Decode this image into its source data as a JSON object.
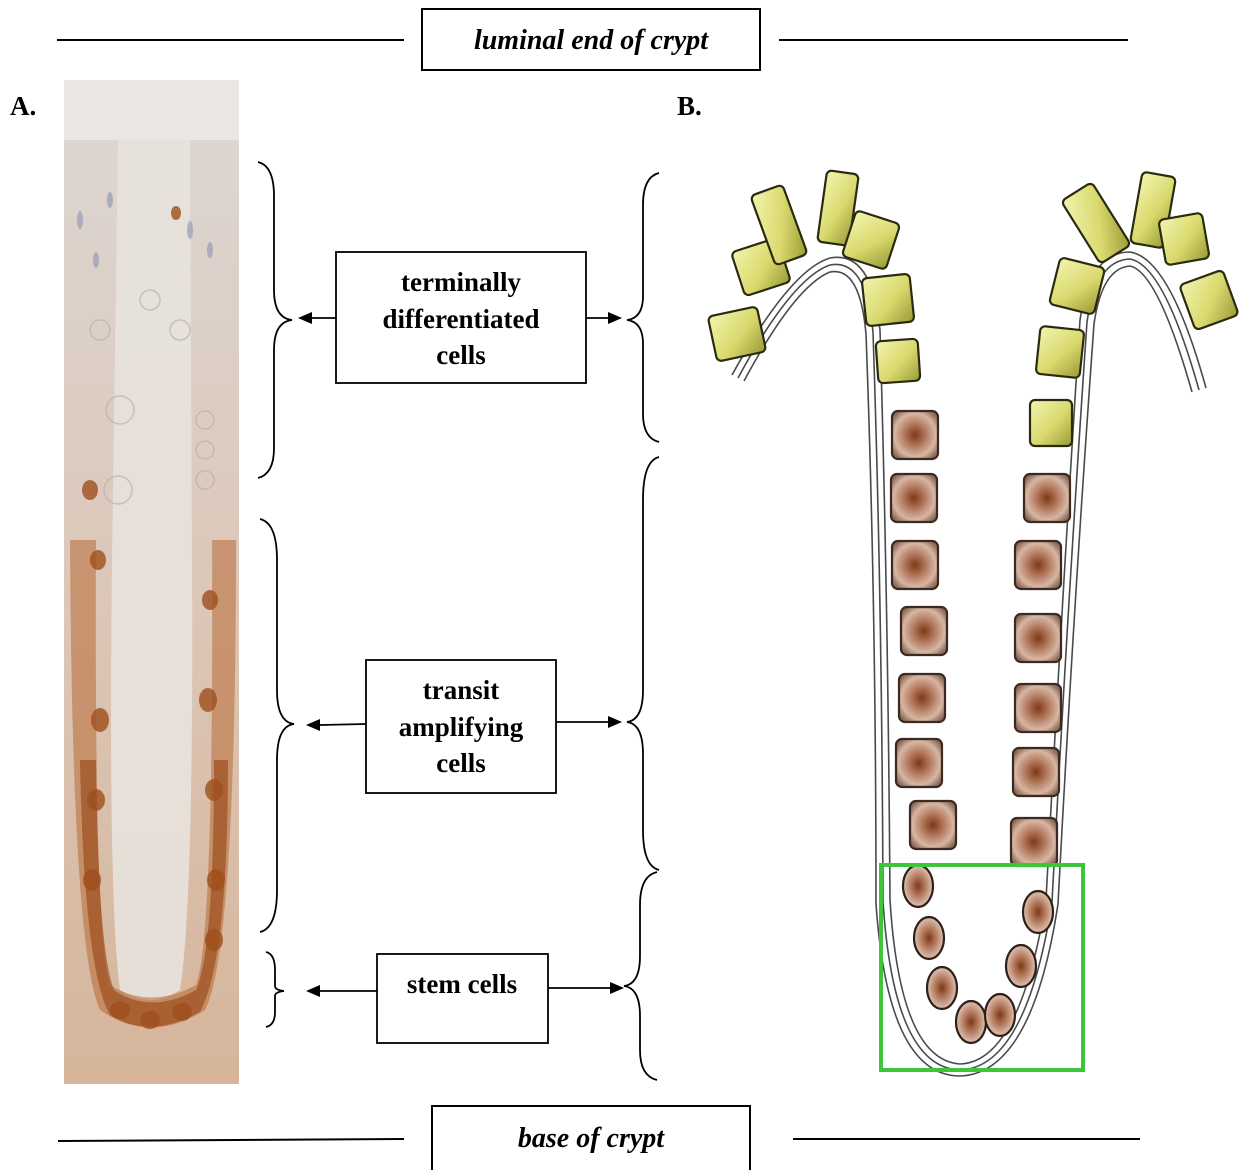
{
  "labels": {
    "top": "luminal end of crypt",
    "bottom": "base of crypt",
    "panel_a": "A.",
    "panel_b": "B.",
    "terminal": [
      "terminally",
      "differentiated",
      "cells"
    ],
    "transit": [
      "transit",
      "amplifying",
      "cells"
    ],
    "stem": "stem cells"
  },
  "colors": {
    "yellow_cell": "#dede7c",
    "brown_cell": "#b07b62",
    "stem_box": "#3cc63c",
    "tissue_bg": "#d9d5d2",
    "tissue_stain": "#a2541c"
  }
}
